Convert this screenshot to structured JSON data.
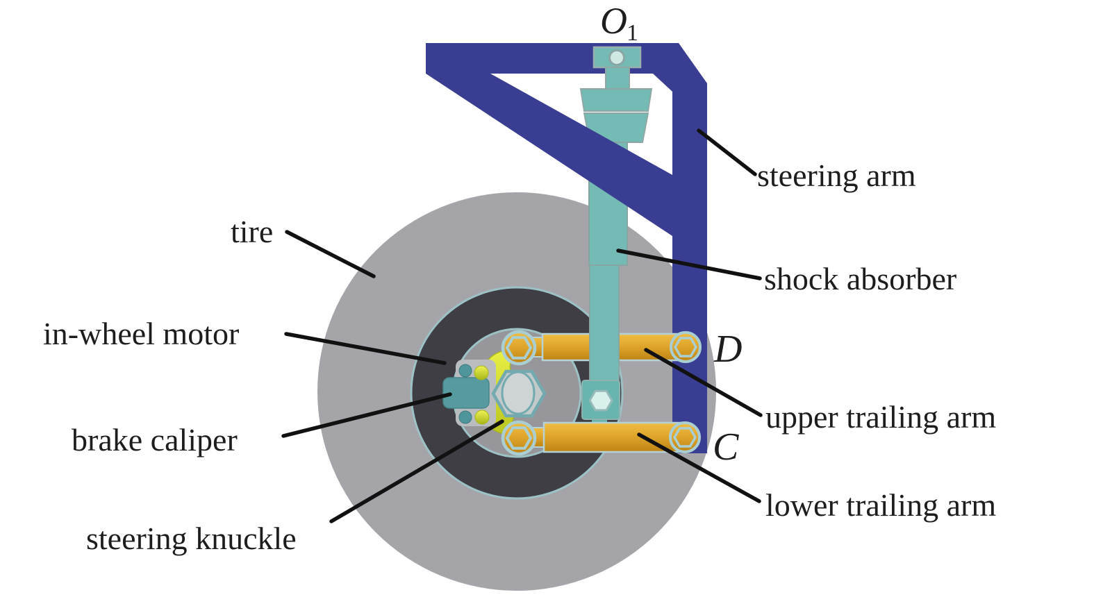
{
  "figure": {
    "description": "Labeled cutaway diagram of an in-wheel motor suspension corner module",
    "labels": {
      "tire": "tire",
      "in_wheel_motor": "in-wheel motor",
      "brake_caliper": "brake caliper",
      "steering_knuckle": "steering knuckle",
      "steering_arm": "steering arm",
      "shock_absorber": "shock absorber",
      "upper_trailing_arm": "upper trailing arm",
      "lower_trailing_arm": "lower trailing arm",
      "point_d": "D",
      "point_c": "C",
      "point_o_main": "O",
      "point_o_sub": "1"
    },
    "colors": {
      "background": "#ffffff",
      "steering_arm_blue": "#3a3e92",
      "shock_teal": "#74bab5",
      "shock_teal_dark": "#68b4ae",
      "shock_teal_pale": "#cfe9e5",
      "mount_hex_pale": "#d9f1ed",
      "arm_orange_light": "#f0bd45",
      "arm_orange": "#e0a62c",
      "arm_orange_dark": "#bd8414",
      "knuckle_yellow": "#e9ef45",
      "knuckle_yellow_dark": "#b9c51f",
      "tire_gray": "#a4a4a9",
      "motor_dark": "#3e3e44",
      "hub_gray": "#97979b",
      "rim_teal": "#a0c6cb",
      "outline_teal": "#aacfd3",
      "caliper_teal": "#579ba0",
      "caliper_plate_gray": "#b9bdc0",
      "nut_gray": "#c4c9ca",
      "nut_face_gray": "#ced3d3",
      "leader_black": "#111111",
      "label_black": "#1d1d1d"
    }
  }
}
